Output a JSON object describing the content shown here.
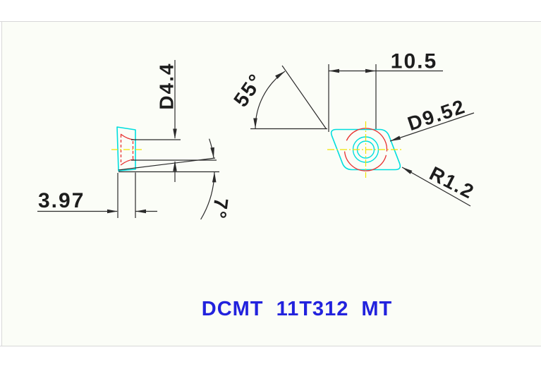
{
  "window": {
    "background": "#ffffff",
    "canvas_background": "#fbfdf7",
    "canvas_border_color": "#d8d8d8"
  },
  "drawing": {
    "title": "DCMT 11T312 MT",
    "title_color": "#2222dd",
    "line_colors": {
      "outline_cyan": "#00dede",
      "hidden_red": "#e83030",
      "centerline_yellow": "#f0e400",
      "dimension_black": "#2b2b2b"
    },
    "side_view": {
      "labels": {
        "hole_diameter": "D4.4",
        "thickness": "3.97",
        "clearance_angle": "7°"
      }
    },
    "front_view": {
      "labels": {
        "width": "10.5",
        "inscribed_diameter": "D9.52",
        "corner_radius": "R1.2",
        "point_angle": "55°"
      }
    }
  }
}
